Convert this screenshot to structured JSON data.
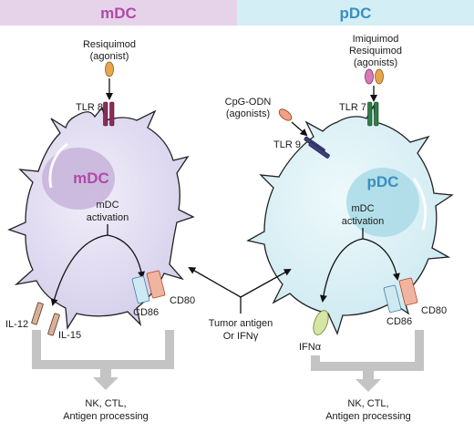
{
  "header": {
    "left_title": "mDC",
    "right_title": "pDC",
    "left_band_color": "#e6d3ea",
    "right_band_color": "#d3eef4",
    "left_title_color": "#b04aa8",
    "right_title_color": "#3a8fc0"
  },
  "mdc": {
    "cell_label": "mDC",
    "agonist_line1": "Resiquimod",
    "agonist_line2": "(agonist)",
    "receptor": "TLR 8",
    "activation_line1": "mDC",
    "activation_line2": "activation",
    "cytokine1": "IL-12",
    "cytokine2": "IL-15",
    "marker1": "CD86",
    "marker2": "CD80",
    "outcome_line1": "NK, CTL,",
    "outcome_line2": "Antigen processing",
    "cell_color": "#ddd8f0",
    "nucleus_color": "#c7b3da",
    "label_color": "#b04aa8"
  },
  "pdc": {
    "cell_label": "pDC",
    "agonist_line1": "Imiquimod",
    "agonist_line2": "Resiquimod",
    "agonist_line3": "(agonists)",
    "receptor1": "TLR 7",
    "cpg_line1": "CpG-ODN",
    "cpg_line2": "(agonists)",
    "receptor2": "TLR 9",
    "activation_line1": "mDC",
    "activation_line2": "activation",
    "cytokine": "IFNα",
    "marker1": "CD86",
    "marker2": "CD80",
    "outcome_line1": "NK, CTL,",
    "outcome_line2": "Antigen processing",
    "cell_color": "#d6eff5",
    "nucleus_color": "#a9dbe6",
    "label_color": "#3a8fc0"
  },
  "center": {
    "line1": "Tumor antigen",
    "line2": "Or IFNγ"
  }
}
